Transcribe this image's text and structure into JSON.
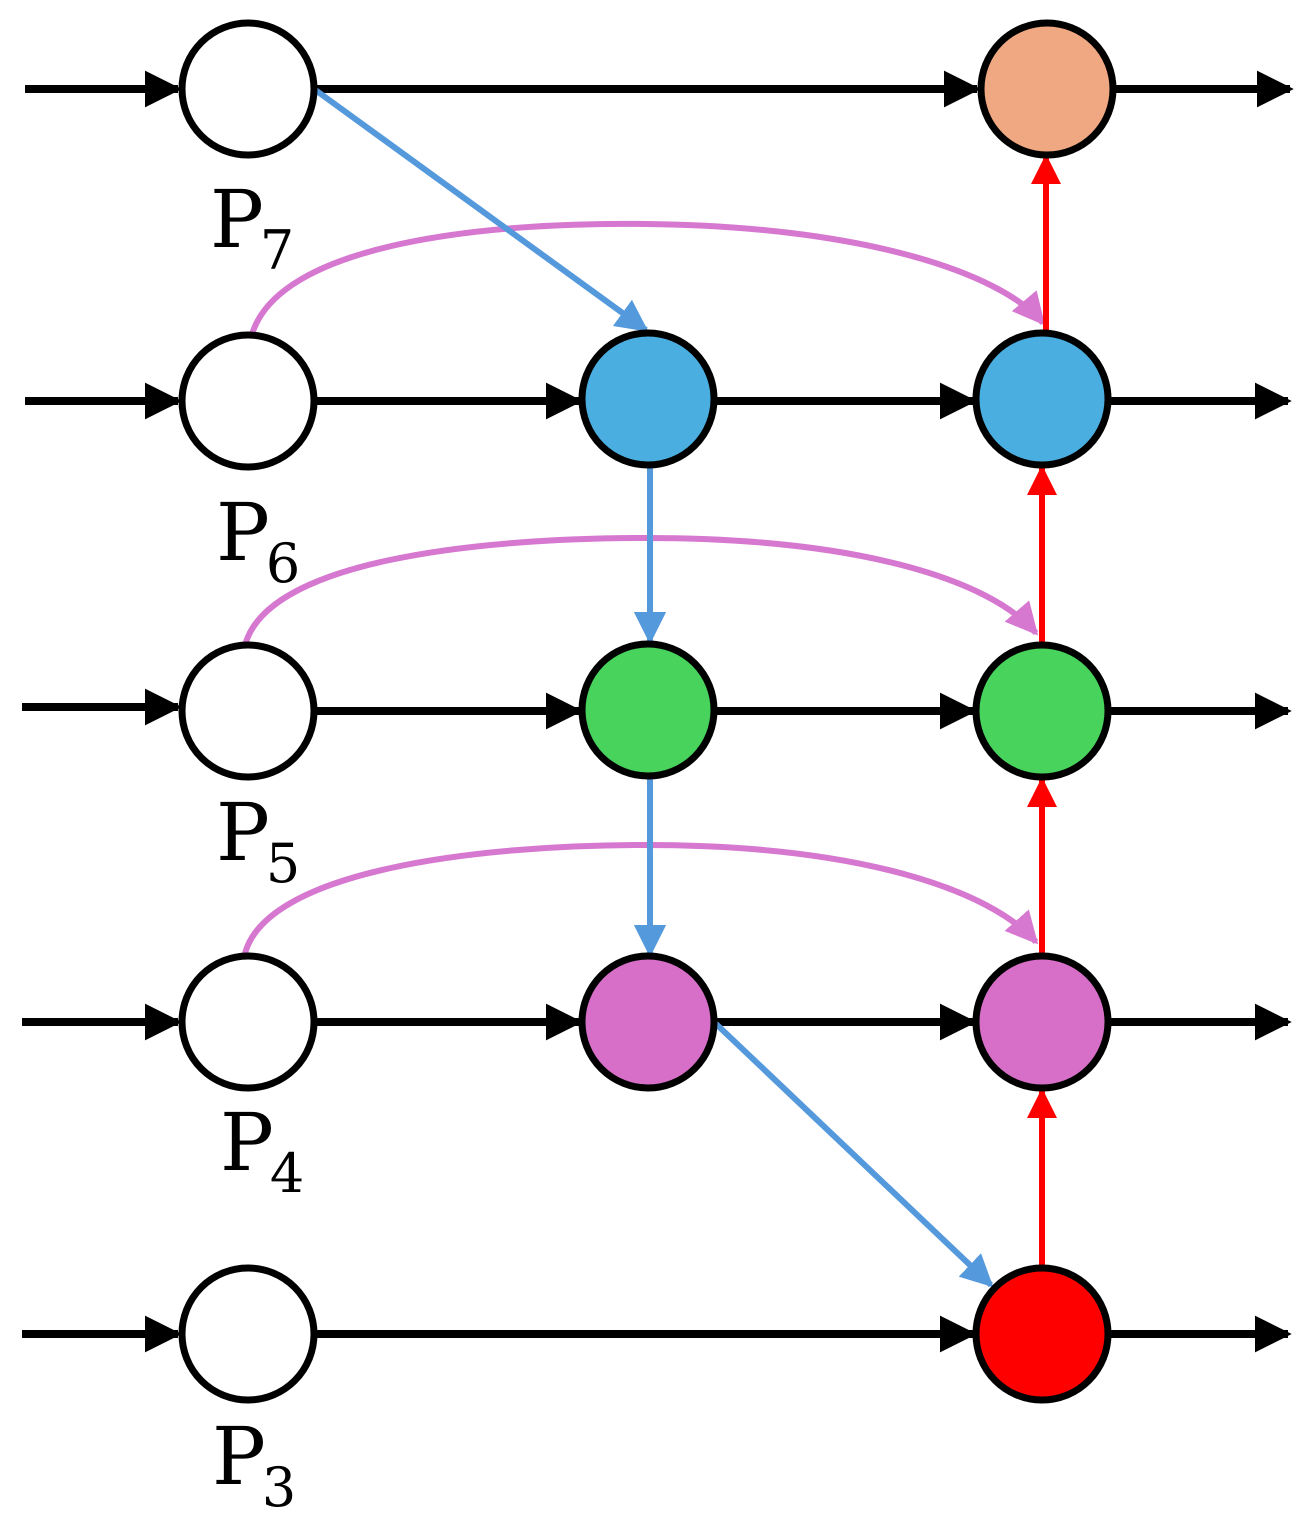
{
  "levels": [
    {
      "label": "P",
      "sub": "7"
    },
    {
      "label": "P",
      "sub": "6"
    },
    {
      "label": "P",
      "sub": "5"
    },
    {
      "label": "P",
      "sub": "4"
    },
    {
      "label": "P",
      "sub": "3"
    }
  ],
  "colors": {
    "input_node": "#ffffff",
    "p7_output": "#f0a882",
    "p6": "#4aafe0",
    "p5": "#47d35c",
    "p4": "#d76fc9",
    "p3": "#ff0000",
    "blue_arrow": "#5599dd",
    "pink_arrow": "#d677d0",
    "red_arrow": "#ff0000",
    "black_arrow": "#000000"
  },
  "nodes": [
    {
      "id": "p7-in",
      "level": "P7",
      "column": "input",
      "fill": "input_node"
    },
    {
      "id": "p7-out",
      "level": "P7",
      "column": "output",
      "fill": "p7_output"
    },
    {
      "id": "p6-in",
      "level": "P6",
      "column": "input",
      "fill": "input_node"
    },
    {
      "id": "p6-mid",
      "level": "P6",
      "column": "middle",
      "fill": "p6"
    },
    {
      "id": "p6-out",
      "level": "P6",
      "column": "output",
      "fill": "p6"
    },
    {
      "id": "p5-in",
      "level": "P5",
      "column": "input",
      "fill": "input_node"
    },
    {
      "id": "p5-mid",
      "level": "P5",
      "column": "middle",
      "fill": "p5"
    },
    {
      "id": "p5-out",
      "level": "P5",
      "column": "output",
      "fill": "p5"
    },
    {
      "id": "p4-in",
      "level": "P4",
      "column": "input",
      "fill": "input_node"
    },
    {
      "id": "p4-mid",
      "level": "P4",
      "column": "middle",
      "fill": "p4"
    },
    {
      "id": "p4-out",
      "level": "P4",
      "column": "output",
      "fill": "p4"
    },
    {
      "id": "p3-in",
      "level": "P3",
      "column": "input",
      "fill": "input_node"
    },
    {
      "id": "p3-out",
      "level": "P3",
      "column": "output",
      "fill": "p3"
    }
  ],
  "edges": [
    {
      "from": "p7-in",
      "to": "p6-mid",
      "color": "blue_arrow"
    },
    {
      "from": "p6-mid",
      "to": "p5-mid",
      "color": "blue_arrow"
    },
    {
      "from": "p5-mid",
      "to": "p4-mid",
      "color": "blue_arrow"
    },
    {
      "from": "p4-mid",
      "to": "p3-out",
      "color": "blue_arrow"
    },
    {
      "from": "p3-out",
      "to": "p4-out",
      "color": "red_arrow"
    },
    {
      "from": "p4-out",
      "to": "p5-out",
      "color": "red_arrow"
    },
    {
      "from": "p5-out",
      "to": "p6-out",
      "color": "red_arrow"
    },
    {
      "from": "p6-out",
      "to": "p7-out",
      "color": "red_arrow"
    },
    {
      "from": "p6-in",
      "to": "p6-out",
      "color": "pink_arrow"
    },
    {
      "from": "p5-in",
      "to": "p5-out",
      "color": "pink_arrow"
    },
    {
      "from": "p4-in",
      "to": "p4-out",
      "color": "pink_arrow"
    }
  ]
}
